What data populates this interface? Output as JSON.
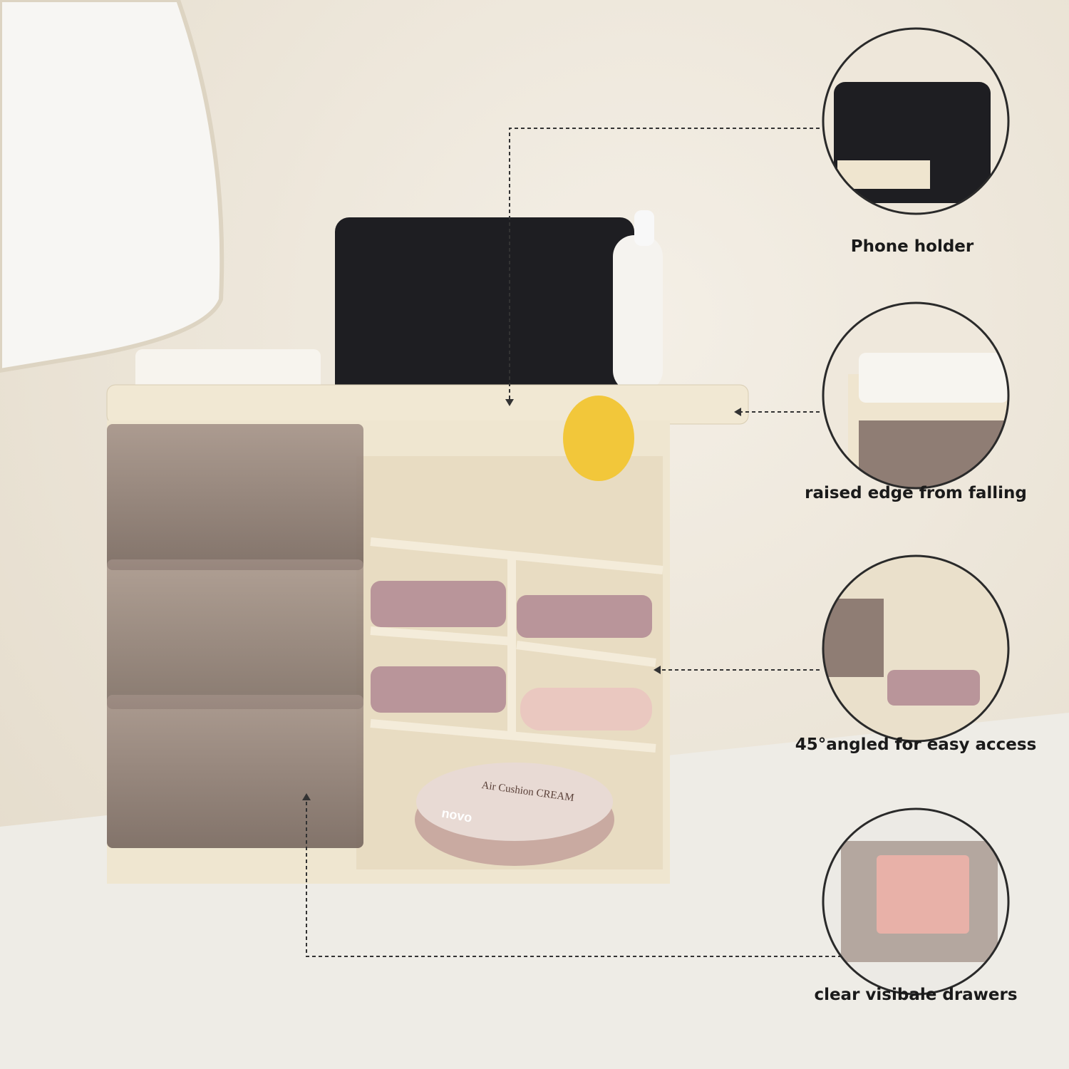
{
  "callouts": [
    {
      "label": "Phone holder"
    },
    {
      "label": "raised edge from falling"
    },
    {
      "label": "45°angled for easy access"
    },
    {
      "label": "clear visibale drawers"
    }
  ],
  "product_lettering": [
    "novo",
    "Air Cushion CREAM"
  ],
  "colors": {
    "background": "#ebe5d8",
    "organizer": "#efe6d0",
    "drawer": "#8f7d74",
    "lipstick": "#b9959a",
    "phone": "#1e1e22"
  }
}
